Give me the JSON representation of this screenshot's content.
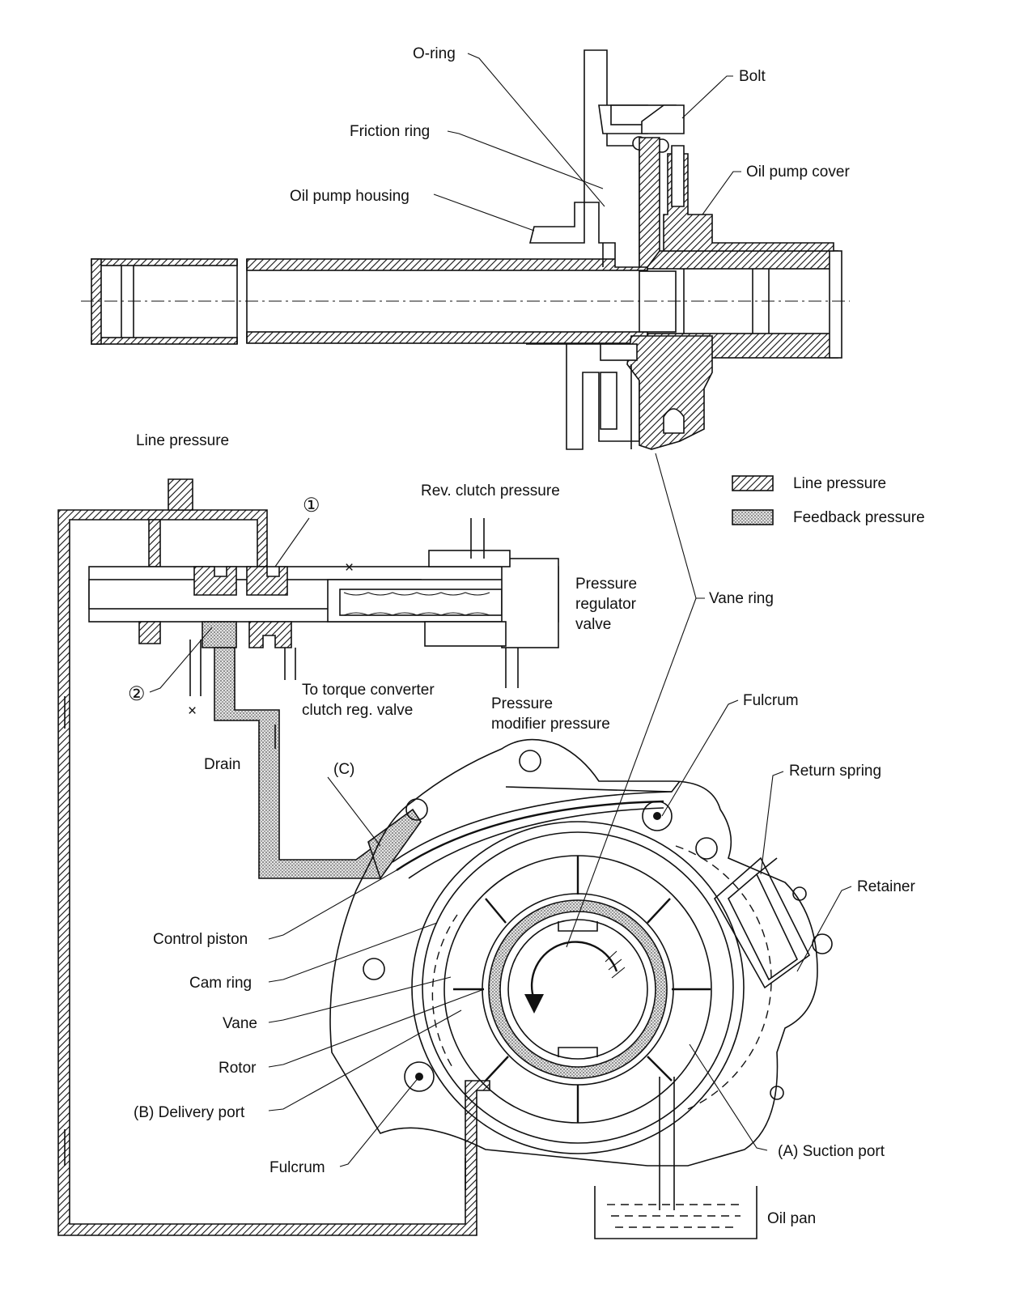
{
  "labels": {
    "o_ring": "O-ring",
    "bolt": "Bolt",
    "friction_ring": "Friction ring",
    "oil_pump_cover": "Oil pump cover",
    "oil_pump_housing": "Oil pump housing",
    "line_pressure_top": "Line pressure",
    "rev_clutch_pressure": "Rev. clutch pressure",
    "marker_1": "①",
    "marker_2": "②",
    "x_mark_top": "×",
    "x_mark_bottom": "×",
    "pressure_regulator_1": "Pressure",
    "pressure_regulator_2": "regulator",
    "pressure_regulator_3": "valve",
    "vane_ring": "Vane ring",
    "torque_converter_1": "To torque converter",
    "torque_converter_2": "clutch reg. valve",
    "pressure_modifier_1": "Pressure",
    "pressure_modifier_2": "modifier pressure",
    "drain": "Drain",
    "c_label": "(C)",
    "fulcrum_top": "Fulcrum",
    "return_spring": "Return spring",
    "retainer": "Retainer",
    "control_piston": "Control piston",
    "cam_ring": "Cam ring",
    "vane": "Vane",
    "rotor": "Rotor",
    "delivery_port": "(B) Delivery port",
    "fulcrum_bottom": "Fulcrum",
    "suction_port": "(A) Suction port",
    "oil_pan": "Oil pan"
  },
  "legend": [
    {
      "pattern": "hatch",
      "label": "Line pressure"
    },
    {
      "pattern": "dots",
      "label": "Feedback pressure"
    }
  ]
}
